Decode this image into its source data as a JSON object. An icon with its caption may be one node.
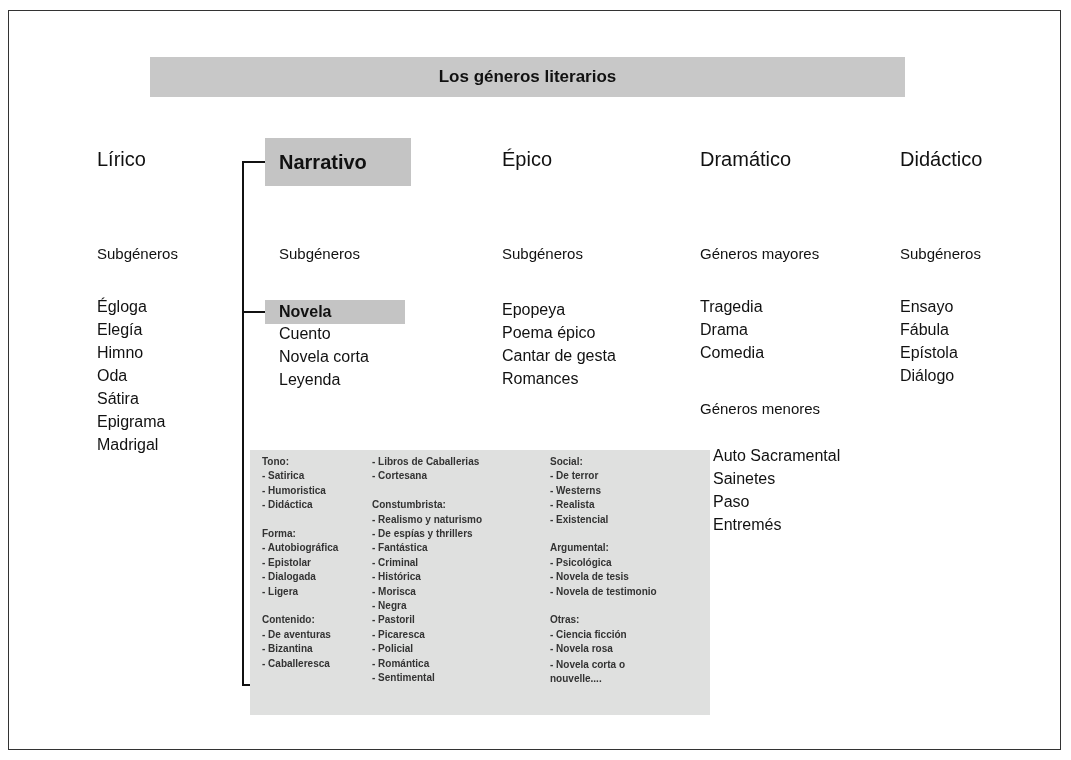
{
  "diagram": {
    "nodes": [
      {
        "text": [
          "Los géneros literarios"
        ]
      },
      {
        "text": [
          "Narrativo"
        ]
      },
      {
        "text": [
          "Novela"
        ]
      },
      {
        "text": [
          "Tono:",
          "- Satirica",
          "- Humoristica",
          "- Didáctica",
          "Forma:",
          "- Autobiográfica",
          "- Epistolar",
          "- Dialogada",
          "- Ligera",
          "Contenido:",
          "- De aventuras",
          "- Bizantina",
          "- Caballeresca",
          "- Libros de Caballerias",
          "- Cortesana",
          "Constumbrista:",
          "- Realismo y naturismo",
          "- De espías y thrillers",
          "- Fantástica",
          "- Criminal",
          "- Histórica",
          "- Morisca",
          "- Negra",
          "- Pastoril",
          "- Picaresca",
          "- Policial",
          "- Romántica",
          "- Sentimental",
          "Social:",
          "- De terror",
          "- Westerns",
          "- Realista",
          "- Existencial",
          "Argumental:",
          "- Psicológica",
          "- Novela de tesis",
          "- Novela de testimonio",
          "Otras:",
          "- Ciencia ficción",
          "- Novela rosa",
          "- Novela corta o nouvelle...."
        ]
      }
    ],
    "edges": [
      {
        "from": 1,
        "to": 2,
        "arrow": "none"
      },
      {
        "from": 2,
        "to": 3,
        "arrow": "none"
      }
    ],
    "labels": [
      "Lírico",
      "Subgéneros",
      "Égloga",
      "Elegía",
      "Himno",
      "Oda",
      "Sátira",
      "Epigrama",
      "Madrigal",
      "Subgéneros",
      "Cuento",
      "Novela corta",
      "Leyenda",
      "Épico",
      "Subgéneros",
      "Epopeya",
      "Poema épico",
      "Cantar de gesta",
      "Romances",
      "Dramático",
      "Géneros mayores",
      "Tragedia",
      "Drama",
      "Comedia",
      "Géneros menores",
      "Auto Sacramental",
      "Sainetes",
      "Paso",
      "Entremés",
      "Didáctico",
      "Subgéneros",
      "Ensayo",
      "Fábula",
      "Epístola",
      "Diálogo"
    ]
  }
}
